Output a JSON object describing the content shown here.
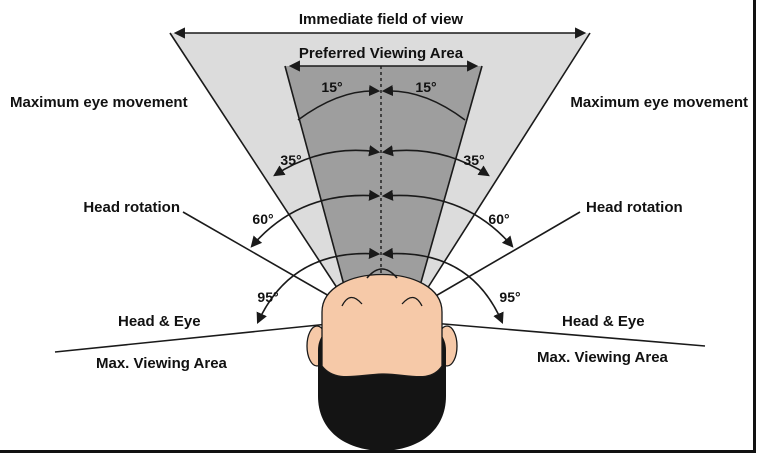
{
  "labels": {
    "immediate_field": "Immediate field of view",
    "preferred_area": "Preferred Viewing Area",
    "max_eye_left": "Maximum eye movement",
    "max_eye_right": "Maximum eye movement",
    "head_rotation_left": "Head rotation",
    "head_rotation_right": "Head rotation",
    "head_eye_left": "Head & Eye",
    "head_eye_right": "Head & Eye",
    "max_viewing_left": "Max. Viewing Area",
    "max_viewing_right": "Max. Viewing Area"
  },
  "angles": {
    "a15": "15°",
    "a35": "35°",
    "a60": "60°",
    "a95": "95°"
  },
  "colors": {
    "outer_cone": "#dcdcdc",
    "inner_cone": "#9e9e9e",
    "skin": "#f6c9a8",
    "hair": "#141414",
    "line": "#1a1a1a"
  }
}
